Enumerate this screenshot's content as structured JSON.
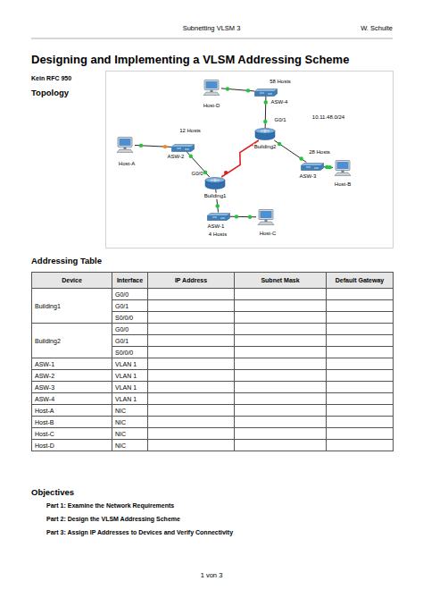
{
  "diagram": {
    "title": "Designing and Implementing a VLSM Addressing Scheme",
    "nodes": [
      {
        "text": [
          "Host-D"
        ]
      },
      {
        "text": [
          "58 Hosts",
          "ASW-4"
        ]
      },
      {
        "text": [
          "Building2"
        ]
      },
      {
        "text": [
          "12 Hosts",
          "ASW-2"
        ]
      },
      {
        "text": [
          "Host-A"
        ]
      },
      {
        "text": [
          "28 Hosts",
          "ASW-3"
        ]
      },
      {
        "text": [
          "Host-B"
        ]
      },
      {
        "text": [
          "Building1"
        ]
      },
      {
        "text": [
          "ASW-1",
          "4 Hosts"
        ]
      },
      {
        "text": [
          "Host-C"
        ]
      }
    ],
    "edges": [
      {
        "from": 0,
        "to": 1,
        "arrow": "none"
      },
      {
        "from": 1,
        "to": 2,
        "arrow": "none"
      },
      {
        "from": 2,
        "to": 5,
        "arrow": "none"
      },
      {
        "from": 5,
        "to": 6,
        "arrow": "none"
      },
      {
        "from": 2,
        "to": 7,
        "arrow": "none"
      },
      {
        "from": 7,
        "to": 3,
        "arrow": "none"
      },
      {
        "from": 3,
        "to": 4,
        "arrow": "none"
      },
      {
        "from": 7,
        "to": 8,
        "arrow": "none"
      },
      {
        "from": 8,
        "to": 9,
        "arrow": "none"
      }
    ],
    "labels": [
      "Subnetting VLSM 3",
      "W. Schulte",
      "Kein RFC 950",
      "Topology",
      "G0/1",
      "10.11.48.0/24",
      "G0/0",
      "Addressing Table",
      "Device",
      "Interface",
      "IP Address",
      "Subnet Mask",
      "Default Gateway",
      "Building1",
      "G0/0",
      "G0/1",
      "S0/0/0",
      "Building2",
      "G0/0",
      "G0/1",
      "S0/0/0",
      "ASW-1",
      "VLAN 1",
      "ASW-2",
      "VLAN 1",
      "ASW-3",
      "VLAN 1",
      "ASW-4",
      "VLAN 1",
      "Host-A",
      "NIC",
      "Host-B",
      "NIC",
      "Host-C",
      "NIC",
      "Host-D",
      "NIC",
      "Objectives",
      "Part 1: Examine the Network Requirements",
      "Part 2: Design the VLSM Addressing Scheme",
      "Part 3: Assign IP Addresses to Devices and Verify Connectivity",
      "1 von 3"
    ]
  }
}
